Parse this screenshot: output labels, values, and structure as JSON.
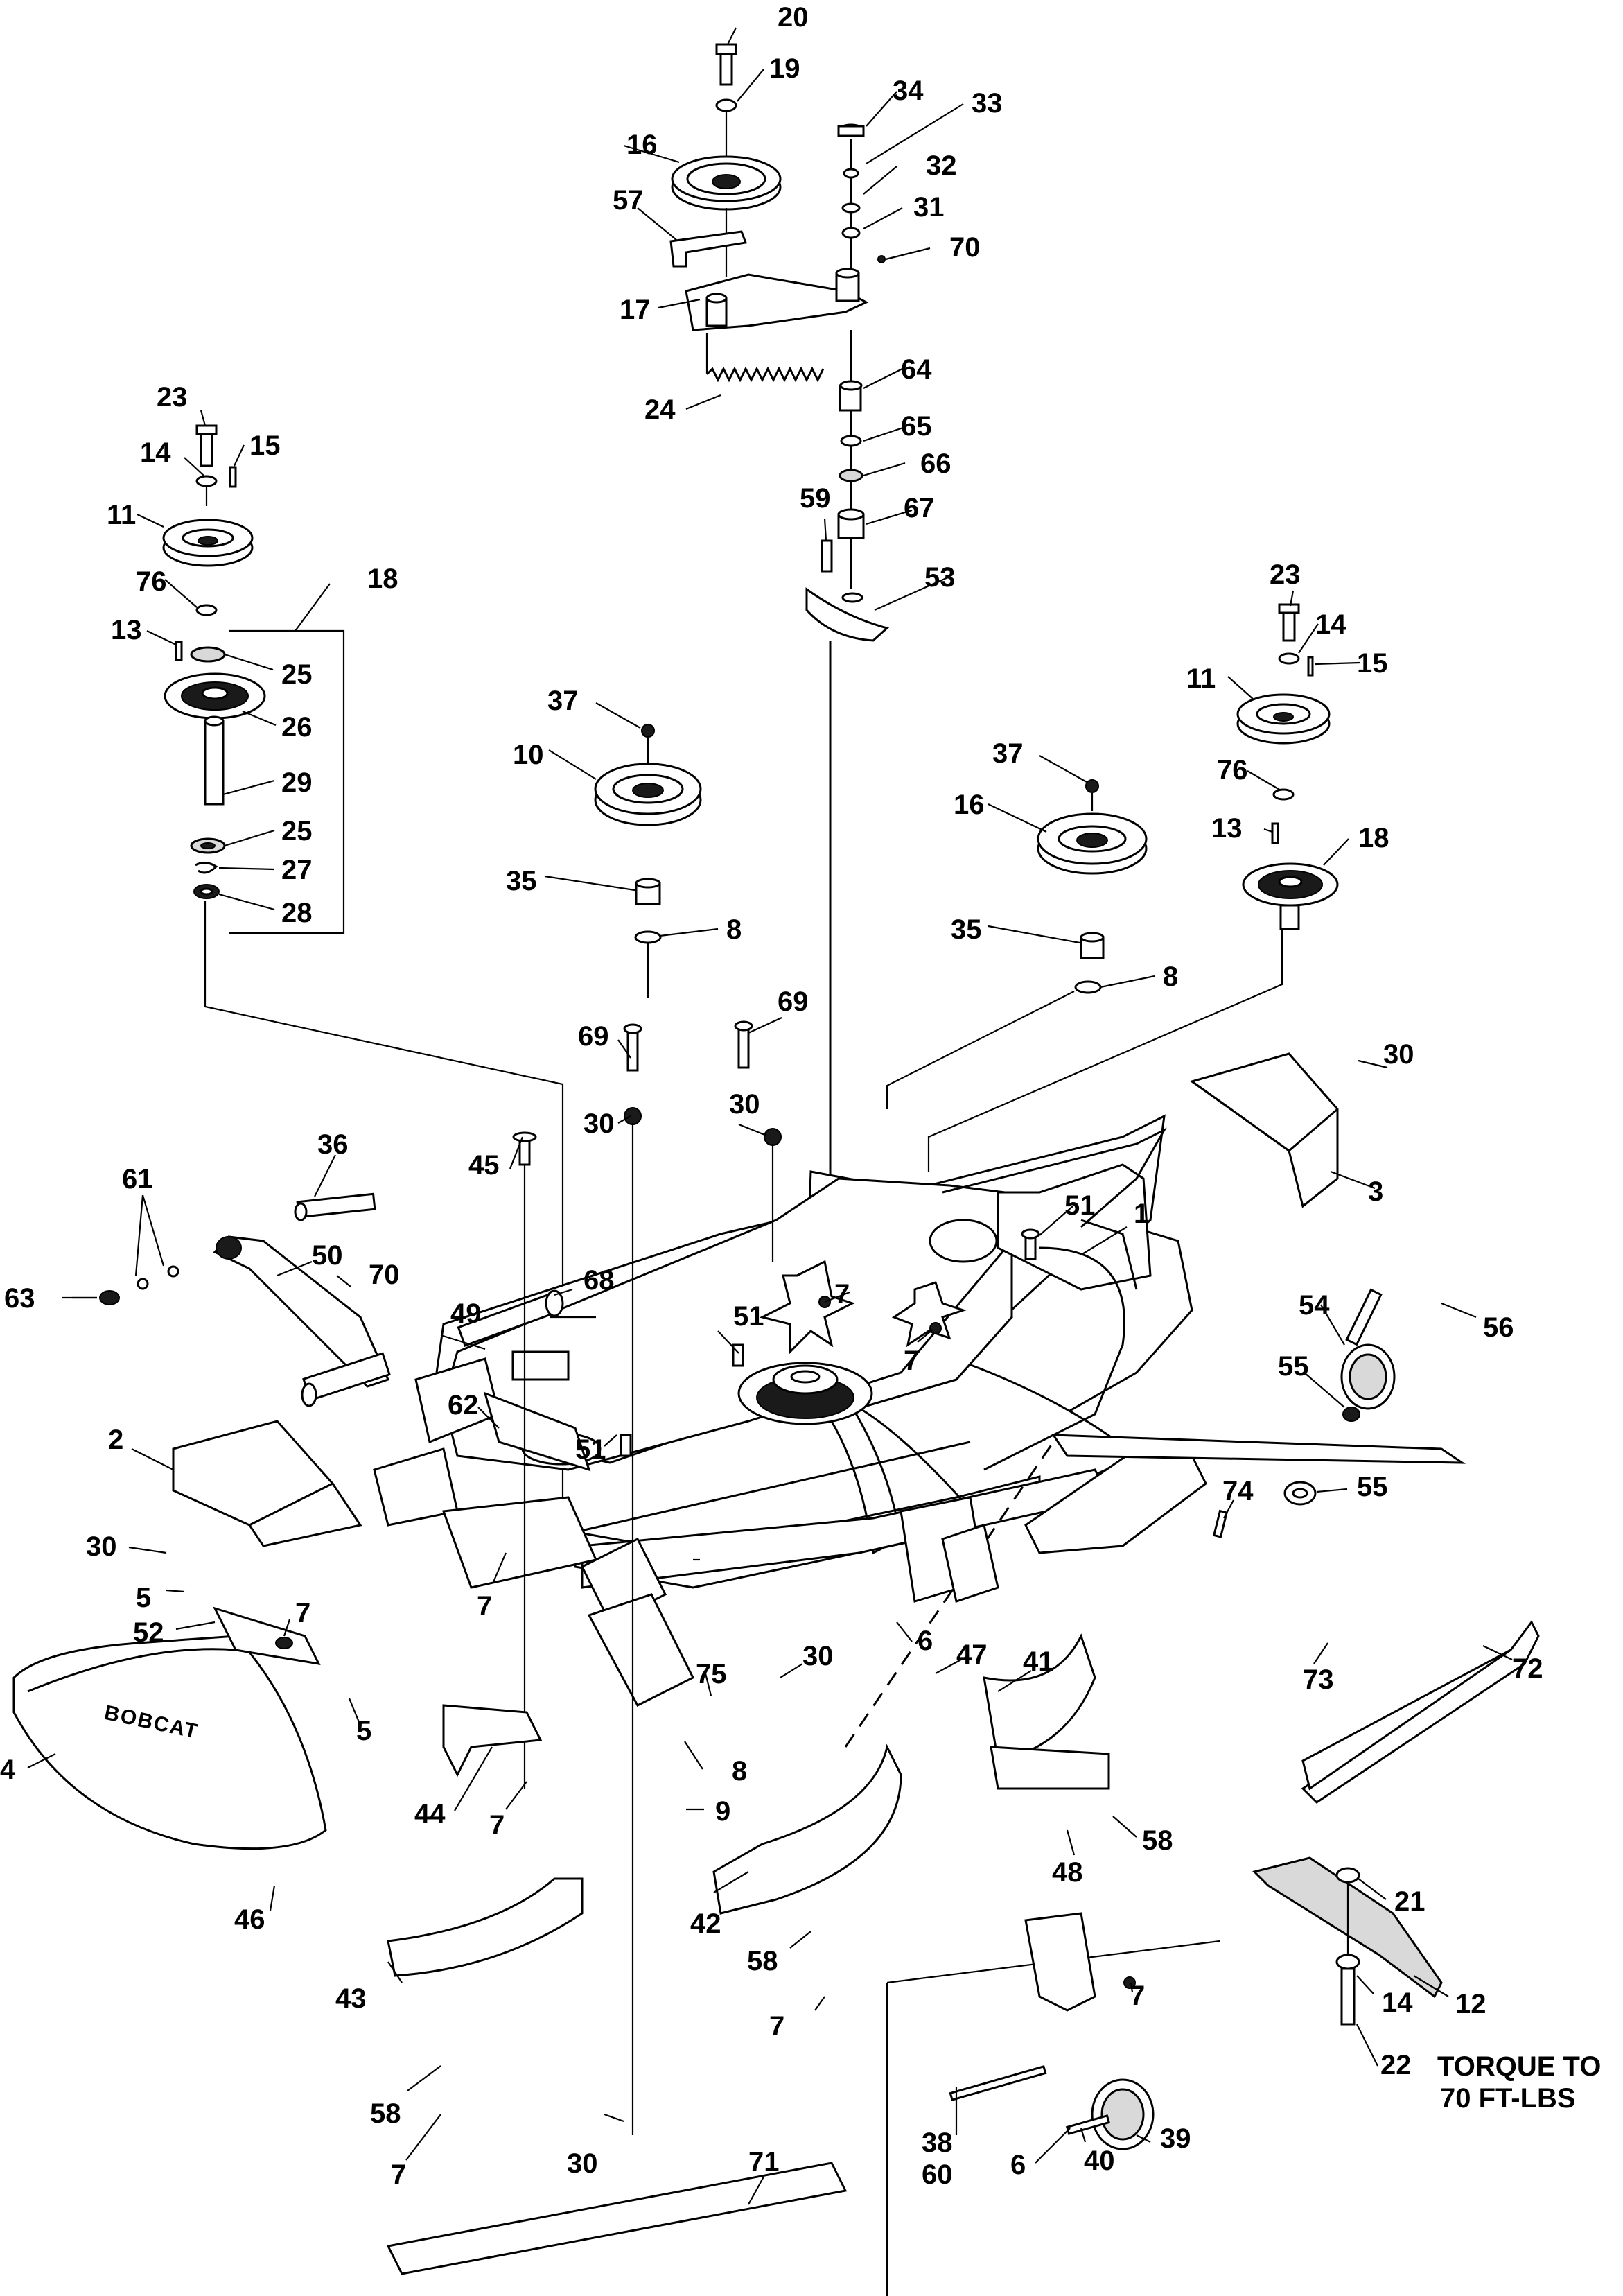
{
  "diagram": {
    "brand_mark": "BOBCAT",
    "torque_note": [
      "TORQUE TO",
      "70 FT-LBS"
    ],
    "callouts": [
      {
        "id": "c20",
        "text": "20"
      },
      {
        "id": "c19",
        "text": "19"
      },
      {
        "id": "c16a",
        "text": "16"
      },
      {
        "id": "c57",
        "text": "57"
      },
      {
        "id": "c17",
        "text": "17"
      },
      {
        "id": "c24",
        "text": "24"
      },
      {
        "id": "c34",
        "text": "34"
      },
      {
        "id": "c33",
        "text": "33"
      },
      {
        "id": "c32",
        "text": "32"
      },
      {
        "id": "c31",
        "text": "31"
      },
      {
        "id": "c70a",
        "text": "70"
      },
      {
        "id": "c64",
        "text": "64"
      },
      {
        "id": "c65",
        "text": "65"
      },
      {
        "id": "c66",
        "text": "66"
      },
      {
        "id": "c59",
        "text": "59"
      },
      {
        "id": "c67",
        "text": "67"
      },
      {
        "id": "c53",
        "text": "53"
      },
      {
        "id": "c23a",
        "text": "23"
      },
      {
        "id": "c14a",
        "text": "14"
      },
      {
        "id": "c15a",
        "text": "15"
      },
      {
        "id": "c11a",
        "text": "11"
      },
      {
        "id": "c18a",
        "text": "18"
      },
      {
        "id": "c76a",
        "text": "76"
      },
      {
        "id": "c13a",
        "text": "13"
      },
      {
        "id": "c25a",
        "text": "25"
      },
      {
        "id": "c26",
        "text": "26"
      },
      {
        "id": "c29",
        "text": "29"
      },
      {
        "id": "c25b",
        "text": "25"
      },
      {
        "id": "c27",
        "text": "27"
      },
      {
        "id": "c28",
        "text": "28"
      },
      {
        "id": "c37a",
        "text": "37"
      },
      {
        "id": "c10",
        "text": "10"
      },
      {
        "id": "c35a",
        "text": "35"
      },
      {
        "id": "c8a",
        "text": "8"
      },
      {
        "id": "c37b",
        "text": "37"
      },
      {
        "id": "c16b",
        "text": "16"
      },
      {
        "id": "c35b",
        "text": "35"
      },
      {
        "id": "c8b",
        "text": "8"
      },
      {
        "id": "c23b",
        "text": "23"
      },
      {
        "id": "c14b",
        "text": "14"
      },
      {
        "id": "c15b",
        "text": "15"
      },
      {
        "id": "c11b",
        "text": "11"
      },
      {
        "id": "c76b",
        "text": "76"
      },
      {
        "id": "c13b",
        "text": "13"
      },
      {
        "id": "c18b",
        "text": "18"
      },
      {
        "id": "c69a",
        "text": "69"
      },
      {
        "id": "c69b",
        "text": "69"
      },
      {
        "id": "c30a",
        "text": "30"
      },
      {
        "id": "c30b",
        "text": "30"
      },
      {
        "id": "c30c",
        "text": "30"
      },
      {
        "id": "c3",
        "text": "3"
      },
      {
        "id": "c36",
        "text": "36"
      },
      {
        "id": "c61",
        "text": "61"
      },
      {
        "id": "c45",
        "text": "45"
      },
      {
        "id": "c51a",
        "text": "51"
      },
      {
        "id": "c1",
        "text": "1"
      },
      {
        "id": "c63",
        "text": "63"
      },
      {
        "id": "c50",
        "text": "50"
      },
      {
        "id": "c70b",
        "text": "70"
      },
      {
        "id": "c68",
        "text": "68"
      },
      {
        "id": "c49",
        "text": "49"
      },
      {
        "id": "c51b",
        "text": "51"
      },
      {
        "id": "c7a",
        "text": "7"
      },
      {
        "id": "c7b",
        "text": "7"
      },
      {
        "id": "c54",
        "text": "54"
      },
      {
        "id": "c56",
        "text": "56"
      },
      {
        "id": "c55a",
        "text": "55"
      },
      {
        "id": "c62",
        "text": "62"
      },
      {
        "id": "c2",
        "text": "2"
      },
      {
        "id": "c51c",
        "text": "51"
      },
      {
        "id": "c55b",
        "text": "55"
      },
      {
        "id": "c74",
        "text": "74"
      },
      {
        "id": "c30d",
        "text": "30"
      },
      {
        "id": "c7c",
        "text": "7"
      },
      {
        "id": "c5a",
        "text": "5"
      },
      {
        "id": "c52",
        "text": "52"
      },
      {
        "id": "c7d",
        "text": "7"
      },
      {
        "id": "c6a",
        "text": "6"
      },
      {
        "id": "c30e",
        "text": "30"
      },
      {
        "id": "c47",
        "text": "47"
      },
      {
        "id": "c41",
        "text": "41"
      },
      {
        "id": "c75",
        "text": "75"
      },
      {
        "id": "c73",
        "text": "73"
      },
      {
        "id": "c72",
        "text": "72"
      },
      {
        "id": "c4",
        "text": "4"
      },
      {
        "id": "c5b",
        "text": "5"
      },
      {
        "id": "c44",
        "text": "44"
      },
      {
        "id": "c8c",
        "text": "8"
      },
      {
        "id": "c9",
        "text": "9"
      },
      {
        "id": "c7e",
        "text": "7"
      },
      {
        "id": "c48",
        "text": "48"
      },
      {
        "id": "c58a",
        "text": "58"
      },
      {
        "id": "c46",
        "text": "46"
      },
      {
        "id": "c42",
        "text": "42"
      },
      {
        "id": "c21",
        "text": "21"
      },
      {
        "id": "c58b",
        "text": "58"
      },
      {
        "id": "c12",
        "text": "12"
      },
      {
        "id": "c14c",
        "text": "14"
      },
      {
        "id": "c7f",
        "text": "7"
      },
      {
        "id": "c43",
        "text": "43"
      },
      {
        "id": "c7g",
        "text": "7"
      },
      {
        "id": "c22",
        "text": "22"
      },
      {
        "id": "c58c",
        "text": "58"
      },
      {
        "id": "c39",
        "text": "39"
      },
      {
        "id": "c38",
        "text": "38"
      },
      {
        "id": "c60",
        "text": "60"
      },
      {
        "id": "c6b",
        "text": "6"
      },
      {
        "id": "c40",
        "text": "40"
      },
      {
        "id": "c7h",
        "text": "7"
      },
      {
        "id": "c30f",
        "text": "30"
      },
      {
        "id": "c71",
        "text": "71"
      }
    ]
  }
}
